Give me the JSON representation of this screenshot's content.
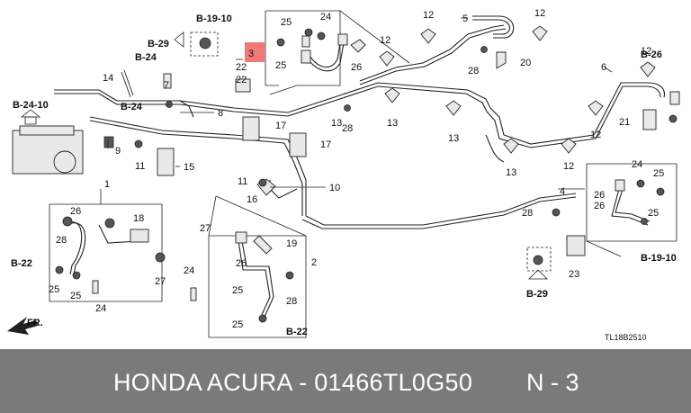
{
  "diagram": {
    "refs": {
      "b19_10_top": "B-19-10",
      "b29_top": "B-29",
      "b24_upper": "B-24",
      "b24_lower": "B-24",
      "b24_10": "B-24-10",
      "b22_left": "B-22",
      "b22_bottom": "B-22",
      "b19_10_right": "B-19-10",
      "b29_right": "B-29",
      "b26_right": "B-26",
      "fr": "FR."
    },
    "callouts": {
      "n1": "1",
      "n2": "2",
      "n3": "3",
      "n4": "4",
      "n5": "5",
      "n6": "6",
      "n7": "7",
      "n8": "8",
      "n9": "9",
      "n10": "10",
      "n11a": "11",
      "n11b": "11",
      "n12a": "12",
      "n12b": "12",
      "n12c": "12",
      "n12d": "12",
      "n12e": "12",
      "n12f": "12",
      "n13a": "13",
      "n13b": "13",
      "n13c": "13",
      "n13d": "13",
      "n14": "14",
      "n15": "15",
      "n16": "16",
      "n17a": "17",
      "n17b": "17",
      "n18": "18",
      "n19": "19",
      "n20": "20",
      "n21": "21",
      "n22a": "22",
      "n22b": "22",
      "n23": "23",
      "n24a": "24",
      "n24b": "24",
      "n24c": "24",
      "n24d": "24",
      "n25a": "25",
      "n25b": "25",
      "n25c": "25",
      "n25d": "25",
      "n25e": "25",
      "n25f": "25",
      "n25g": "25",
      "n25h": "25",
      "n26a": "26",
      "n26b": "26",
      "n26c": "26",
      "n26d": "26",
      "n26e": "26",
      "n27a": "27",
      "n27b": "27",
      "n28a": "28",
      "n28b": "28",
      "n28c": "28",
      "n28d": "28",
      "n28e": "28"
    },
    "diagram_code": "TL18B2510",
    "highlight_color": "#f07878"
  },
  "footer": {
    "title": "HONDA ACURA - 01466TL0G50",
    "position": "N - 3",
    "background": "#7a7a7a"
  }
}
